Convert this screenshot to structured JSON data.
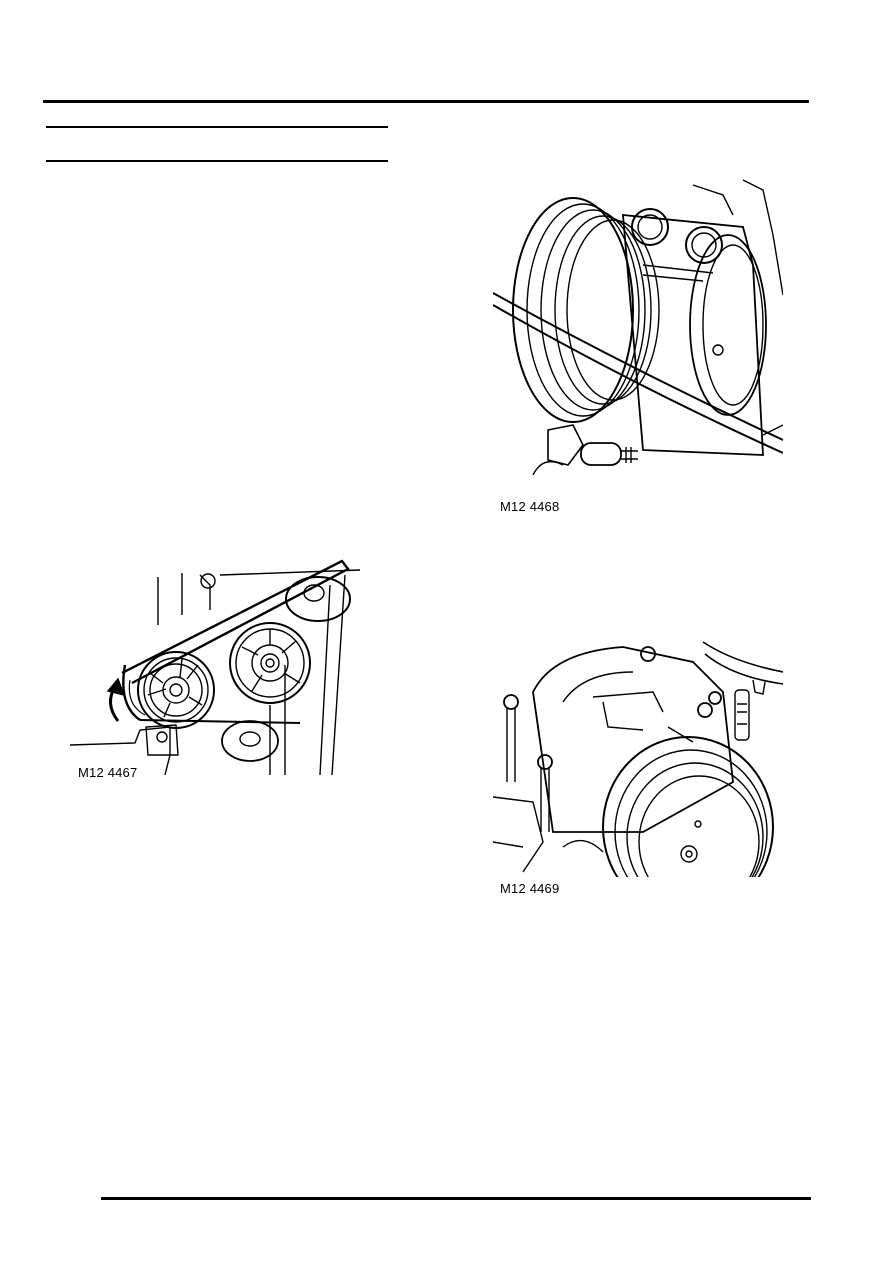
{
  "figures": [
    {
      "caption": "M12 4467",
      "subject": "drive-belt-tensioner"
    },
    {
      "caption": "M12 4468",
      "subject": "compressor-mounting-bolts"
    },
    {
      "caption": "M12 4469",
      "subject": "compressor-installed"
    }
  ]
}
